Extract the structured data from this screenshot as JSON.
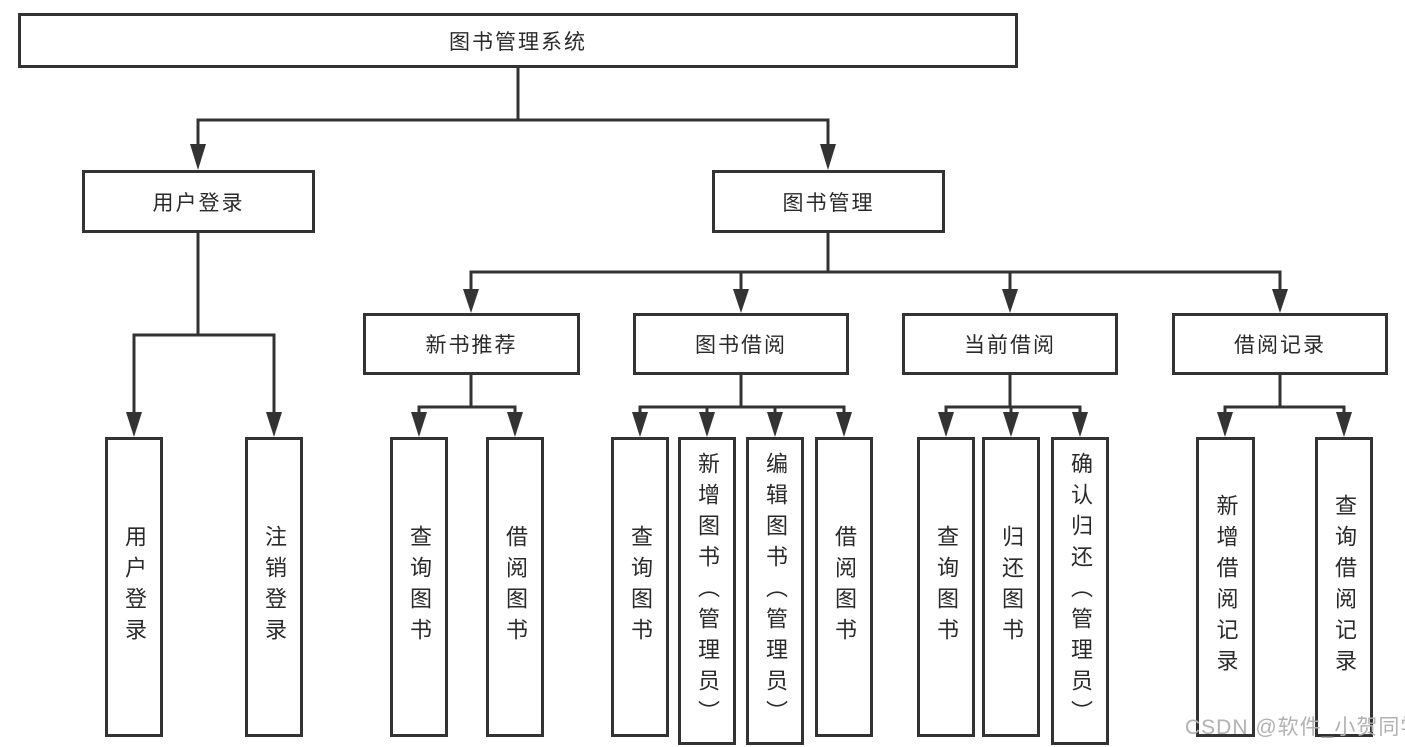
{
  "tree": {
    "root": "图书管理系统",
    "level2": [
      "用户登录",
      "图书管理"
    ],
    "level3": [
      "新书推荐",
      "图书借阅",
      "当前借阅",
      "借阅记录"
    ],
    "leaves": [
      "用户登录",
      "注销登录",
      "查询图书",
      "借阅图书",
      "查询图书",
      "新增图书（管理员）",
      "编辑图书（管理员）",
      "借阅图书",
      "查询图书",
      "归还图书",
      "确认归还（管理员）",
      "新增借阅记录",
      "查询借阅记录"
    ]
  },
  "watermark": "CSDN @软件_小贺同学",
  "colors": {
    "line": "#333333",
    "text": "#2a2a2a",
    "background": "#ffffff",
    "watermark": "#b1b1b1"
  }
}
